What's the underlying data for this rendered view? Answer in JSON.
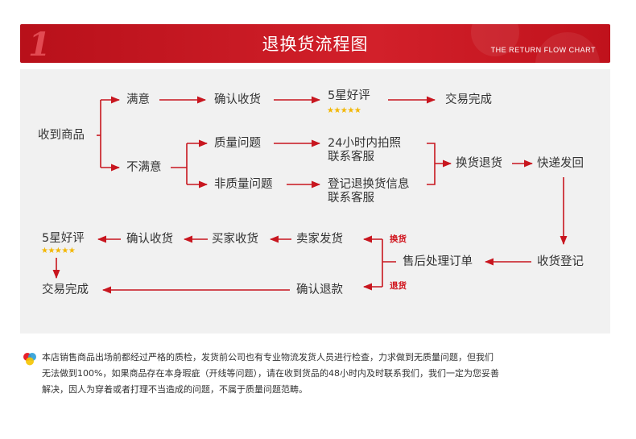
{
  "header": {
    "title": "退换货流程图",
    "subtitle": "THE RETURN FLOW CHART",
    "decor_number": "1"
  },
  "flow": {
    "receive_goods": "收到商品",
    "satisfied": "满意",
    "confirm_receipt_1": "确认收货",
    "five_star_review_1": "5星好评",
    "stars": "★★★★★",
    "deal_complete_1": "交易完成",
    "unsatisfied": "不满意",
    "quality_issue": "质量问题",
    "photo_24h_line1": "24小时内拍照",
    "photo_24h_line2": "联系客服",
    "non_quality_issue": "非质量问题",
    "register_info_line1": "登记退换货信息",
    "register_info_line2": "联系客服",
    "exchange_return": "换货退货",
    "express_back": "快递发回",
    "receive_register": "收货登记",
    "aftersale_process": "售后处理订单",
    "exchange_label": "换货",
    "refund_label": "退货",
    "seller_ship": "卖家发货",
    "buyer_receive": "买家收货",
    "confirm_receipt_2": "确认收货",
    "five_star_review_2": "5星好评",
    "deal_complete_2": "交易完成",
    "confirm_refund": "确认退款"
  },
  "footer": {
    "line1": "本店销售商品出场前都经过严格的质检，发货前公司也有专业物流发货人员进行检查，力求做到无质量问题，但我们",
    "line2": "无法做到100%，如果商品存在本身瑕疵（开线等问题），请在收到货品的48小时内及时联系我们，我们一定为您妥善",
    "line3": "解决，因人为穿着或者打理不当造成的问题，不属于质量问题范畴。"
  },
  "colors": {
    "header_red": "#c8161f",
    "arrow_red": "#c8161f",
    "panel_bg": "#f1f1f1",
    "star_gold": "#f2b705"
  }
}
